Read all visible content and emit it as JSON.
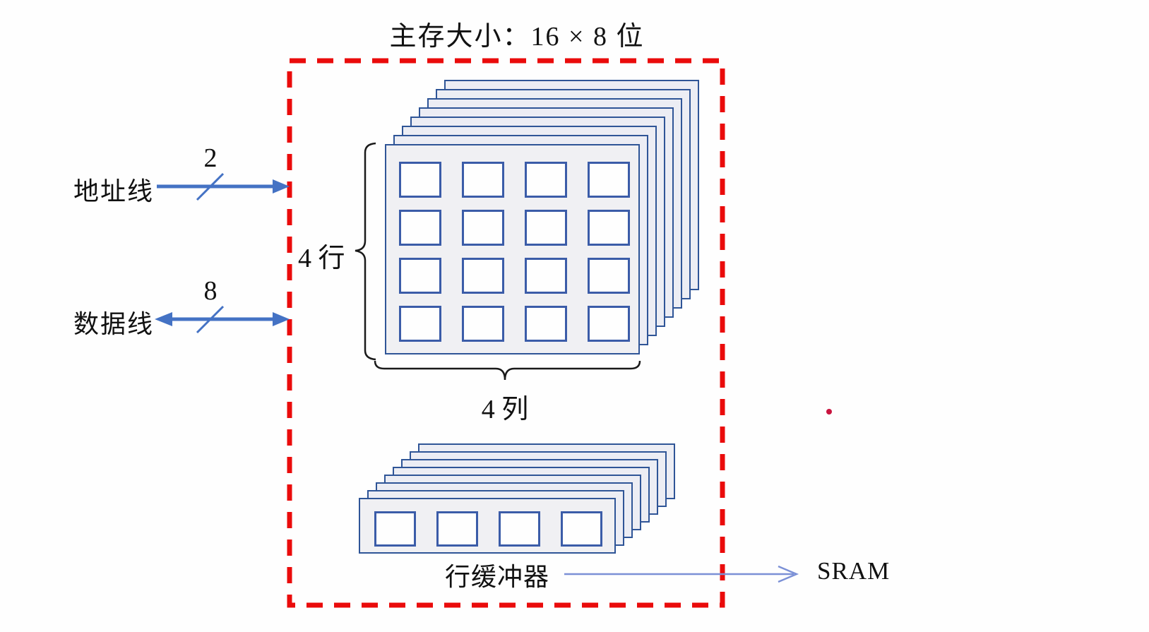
{
  "title": "主存大小：16 × 8 位",
  "bus": {
    "address": {
      "label": "地址线",
      "width": "2",
      "direction": "to-memory"
    },
    "data": {
      "label": "数据线",
      "width": "8",
      "direction": "bidirectional"
    }
  },
  "memory_array": {
    "rows": 4,
    "cols": 4,
    "layers": 8,
    "rows_label": "4 行",
    "cols_label": "4 列"
  },
  "row_buffer": {
    "label": "行缓冲器",
    "cells": 4,
    "layers": 8
  },
  "sram": {
    "label": "SRAM"
  },
  "colors": {
    "bus_arrow_blue": "#4472c4",
    "sheet_border_blue": "#2f5597",
    "cell_border_blue": "#3b5ca8",
    "sheet_fill": "#f0f0f3",
    "boundary_red": "#ea0b0b",
    "sram_arrow_blue": "#7b90d6",
    "annotation_dot_red": "#c9143f"
  }
}
